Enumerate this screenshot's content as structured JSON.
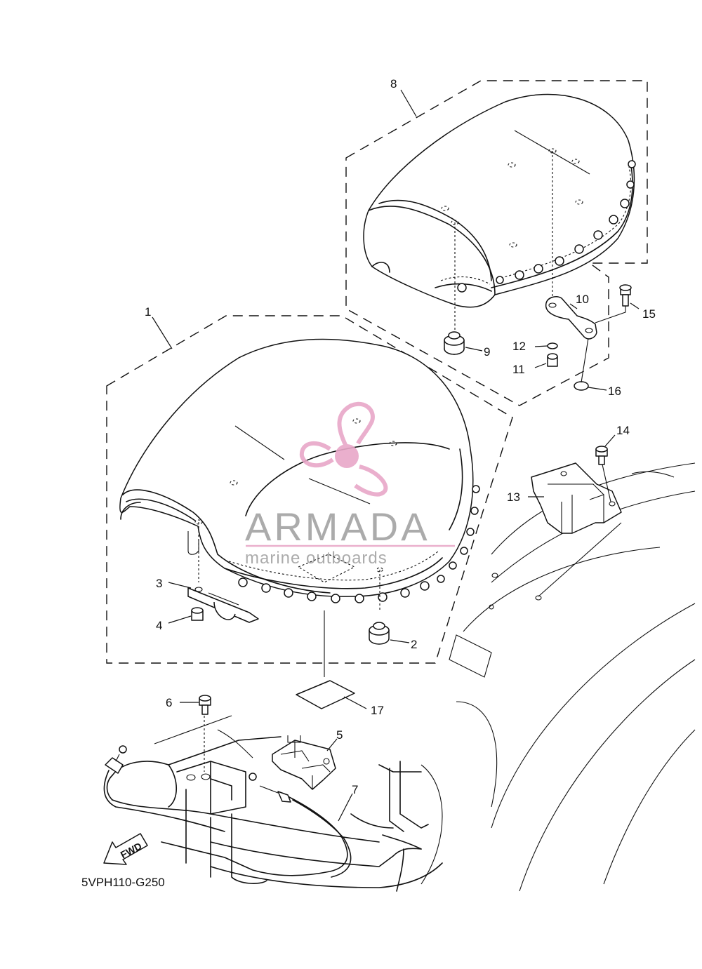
{
  "diagram_code": "5VPH110-G250",
  "watermark": {
    "brand": "ARMADA",
    "tagline": "marine outboards",
    "accent_color": "#e8a7c8",
    "text_color": "#555555"
  },
  "fwd_arrow_label": "FWD",
  "callouts": [
    {
      "id": "c1",
      "label": "1"
    },
    {
      "id": "c2",
      "label": "2"
    },
    {
      "id": "c3",
      "label": "3"
    },
    {
      "id": "c4",
      "label": "4"
    },
    {
      "id": "c5",
      "label": "5"
    },
    {
      "id": "c6",
      "label": "6"
    },
    {
      "id": "c7",
      "label": "7"
    },
    {
      "id": "c8",
      "label": "8"
    },
    {
      "id": "c9",
      "label": "9"
    },
    {
      "id": "c10",
      "label": "10"
    },
    {
      "id": "c11",
      "label": "11"
    },
    {
      "id": "c12",
      "label": "12"
    },
    {
      "id": "c13",
      "label": "13"
    },
    {
      "id": "c14",
      "label": "14"
    },
    {
      "id": "c15",
      "label": "15"
    },
    {
      "id": "c16",
      "label": "16"
    },
    {
      "id": "c17",
      "label": "17"
    }
  ]
}
